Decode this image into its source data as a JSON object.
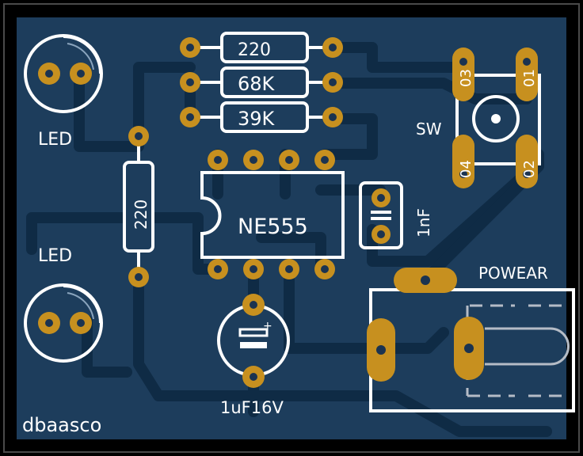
{
  "colors": {
    "background": "#000000",
    "board": "#1d3d5c",
    "copper": "#13324f",
    "pad": "#c7901f",
    "pad_hole": "#1b3350",
    "silkscreen": "#ffffff",
    "board_outline": "#ffffff"
  },
  "labels": {
    "r1": "220",
    "r2": "68K",
    "r3": "39K",
    "r4": "220",
    "ic": "NE555",
    "cap": "1nF",
    "electrolytic": "1uF16V",
    "led1": "LED",
    "led2": "LED",
    "switch": "SW",
    "power": "POWEAR",
    "credit": "dbaasco",
    "sw_pins": [
      "03",
      "01",
      "04",
      "02"
    ]
  }
}
